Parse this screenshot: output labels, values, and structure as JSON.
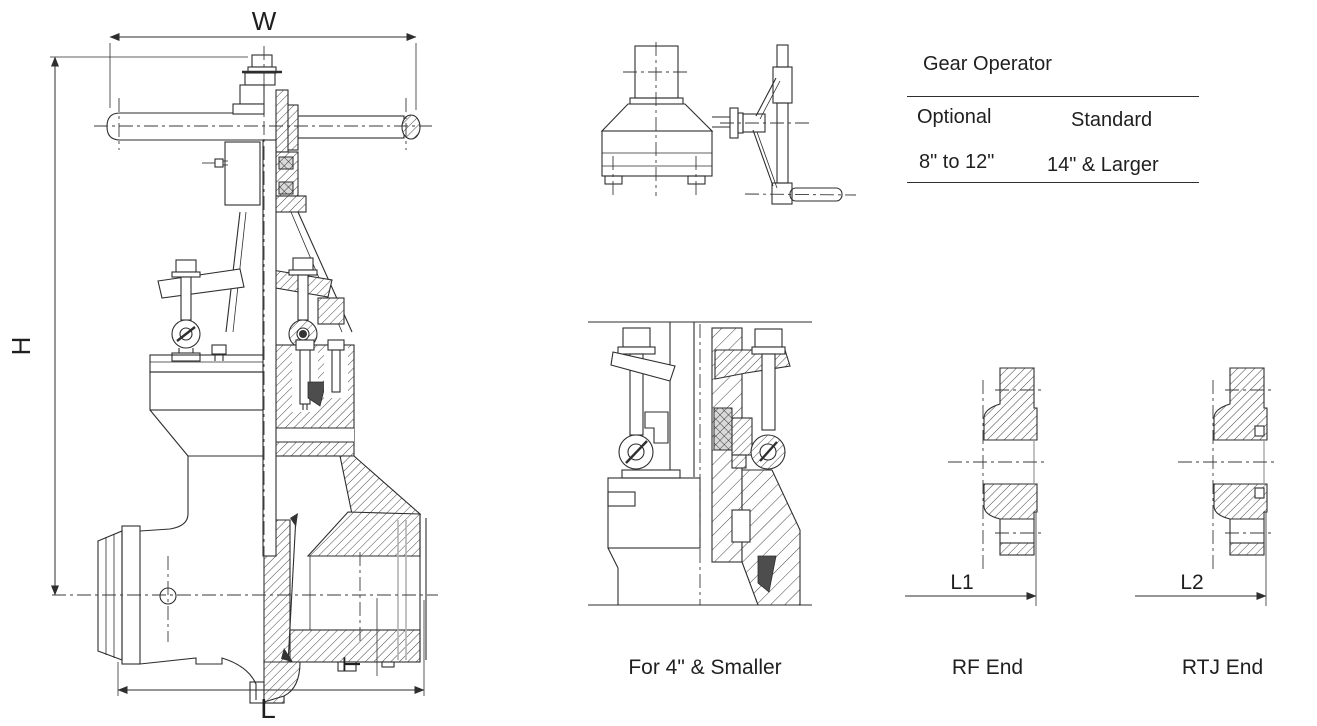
{
  "canvas": {
    "background": "#ffffff",
    "line_color": "#2e2e2e",
    "light_line_color": "#b3b3b3",
    "description": "Technical engineering drawing of a pressure-seal gate valve with gear operator option table and end detail views"
  },
  "main_valve_view": {
    "description": "gate valve cross-section, left half external, right half sectioned",
    "dim_width_label": "W",
    "dim_height_label": "H",
    "dim_length_label": "L",
    "dim_wall_label": "T"
  },
  "gear_operator_view": {
    "description": "gear operator side view with handwheel"
  },
  "small_valve_view": {
    "caption": "For 4\" & Smaller"
  },
  "rf_end_view": {
    "caption": "RF End",
    "dim_label": "L1"
  },
  "rtj_end_view": {
    "caption": "RTJ End",
    "dim_label": "L2"
  },
  "gear_table": {
    "title": "Gear Operator",
    "columns": [
      "Optional",
      "Standard"
    ],
    "rows": [
      [
        "8\" to 12\"",
        "14\" & Larger"
      ]
    ]
  }
}
